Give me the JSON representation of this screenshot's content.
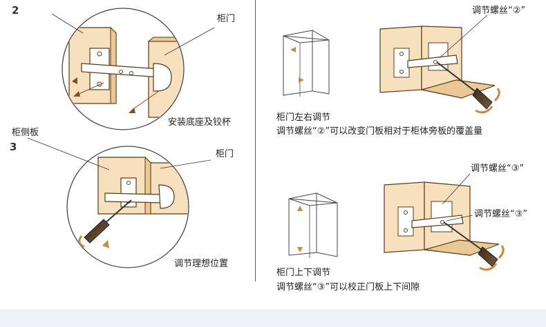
{
  "left": {
    "step2": {
      "number": "2",
      "door_label": "柜门",
      "caption": "安装底座及铰杯"
    },
    "step3": {
      "number": "3",
      "side_panel_label": "柜侧板",
      "door_label": "柜门",
      "caption": "调节理想位置"
    }
  },
  "right": {
    "lr": {
      "screw_label": "调节螺丝“②”",
      "title": "柜门左右调节",
      "desc": "调节螺丝“②”可以改变门板相对于柜体旁板的覆盖量"
    },
    "ud": {
      "screw_label_top": "调节螺丝“③”",
      "screw_label_mid": "调节螺丝“③”",
      "title": "柜门上下调节",
      "desc": "调节螺丝“③”可以校正门板上下间隙"
    }
  },
  "colors": {
    "panel": "#f6e0bd",
    "panel_dark": "#e9c996",
    "line": "#5a3a12",
    "accent": "#c98a3a"
  }
}
